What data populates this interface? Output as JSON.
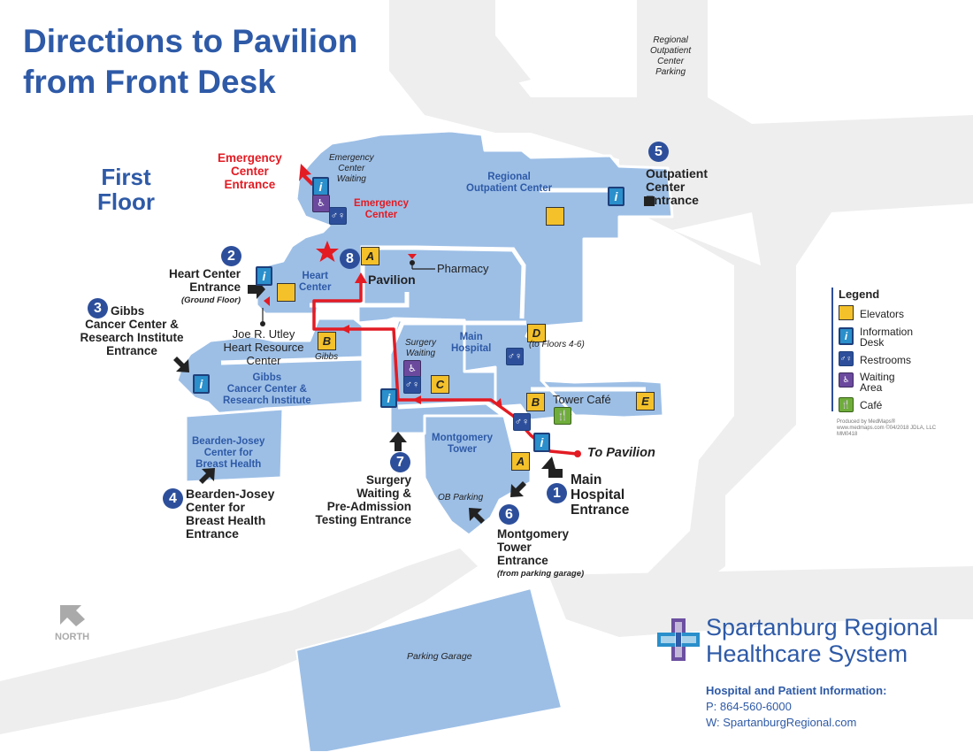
{
  "title": {
    "line1": "Directions to Pavilion",
    "line2": "from Front Desk"
  },
  "floor": {
    "line1": "First",
    "line2": "Floor"
  },
  "regional_parking": {
    "l1": "Regional",
    "l2": "Outpatient",
    "l3": "Center",
    "l4": "Parking"
  },
  "entrances": {
    "e1": {
      "num": "1",
      "l1": "Main",
      "l2": "Hospital",
      "l3": "Entrance"
    },
    "e2": {
      "num": "2",
      "l1": "Heart Center",
      "l2": "Entrance",
      "note": "(Ground Floor)"
    },
    "e3": {
      "num": "3",
      "l1": "Gibbs",
      "l2": "Cancer Center &",
      "l3": "Research Institute",
      "l4": "Entrance"
    },
    "e4": {
      "num": "4",
      "l1": "Bearden-Josey",
      "l2": "Center for",
      "l3": "Breast Health",
      "l4": "Entrance"
    },
    "e5": {
      "num": "5",
      "l1": "Outpatient",
      "l2": "Center",
      "l3": "Entrance"
    },
    "e6": {
      "num": "6",
      "l1": "Montgomery",
      "l2": "Tower",
      "l3": "Entrance",
      "note": "(from parking garage)"
    },
    "e7": {
      "num": "7",
      "l1": "Surgery",
      "l2": "Waiting &",
      "l3": "Pre-Admission",
      "l4": "Testing Entrance"
    },
    "e8": {
      "num": "8"
    }
  },
  "emergency_entrance": {
    "l1": "Emergency",
    "l2": "Center",
    "l3": "Entrance"
  },
  "departments": {
    "emergency_center": {
      "l1": "Emergency",
      "l2": "Center"
    },
    "emergency_waiting": {
      "l1": "Emergency",
      "l2": "Center",
      "l3": "Waiting"
    },
    "regional_outpatient": {
      "l1": "Regional",
      "l2": "Outpatient Center"
    },
    "heart_center": {
      "l1": "Heart",
      "l2": "Center"
    },
    "pavilion": "Pavilion",
    "pharmacy": "Pharmacy",
    "utley": {
      "l1": "Joe R. Utley",
      "l2": "Heart Resource",
      "l3": "Center"
    },
    "gibbs": {
      "l1": "Gibbs",
      "l2": "Cancer Center &",
      "l3": "Research Institute"
    },
    "gibbs_elev_label": "Gibbs",
    "main_hospital": {
      "l1": "Main",
      "l2": "Hospital"
    },
    "surgery_waiting": {
      "l1": "Surgery",
      "l2": "Waiting"
    },
    "floors_note": "(to Floors 4-6)",
    "tower_cafe": "Tower Café",
    "montgomery_tower": {
      "l1": "Montgomery",
      "l2": "Tower"
    },
    "bearden": {
      "l1": "Bearden-Josey",
      "l2": "Center for",
      "l3": "Breast Health"
    },
    "ob_parking": "OB Parking",
    "to_pavilion": "To Pavilion",
    "parking_garage": "Parking Garage"
  },
  "elevators": {
    "a": "A",
    "b": "B",
    "c": "C",
    "d": "D",
    "e": "E"
  },
  "legend": {
    "title": "Legend",
    "elevators": "Elevators",
    "info1": "Information",
    "info2": "Desk",
    "restrooms": "Restrooms",
    "waiting1": "Waiting",
    "waiting2": "Area",
    "cafe": "Café"
  },
  "credits": {
    "l1": "Produced by MedMaps®",
    "l2": "www.medmaps.com  ©04/2018 JDLA, LLC",
    "l3": "MM0418"
  },
  "north": "NORTH",
  "logo": {
    "l1": "Spartanburg Regional",
    "l2": "Healthcare System"
  },
  "contact": {
    "heading": "Hospital and Patient Information:",
    "phone": "P: 864-560-6000",
    "web": "W: SpartanburgRegional.com"
  },
  "colors": {
    "building": "#9dbfe6",
    "road": "#eeeeee",
    "route": "#e31b23",
    "title_blue": "#2e5aa7",
    "marker_blue": "#2d4f9b",
    "elevator_yellow": "#f4c12a"
  }
}
